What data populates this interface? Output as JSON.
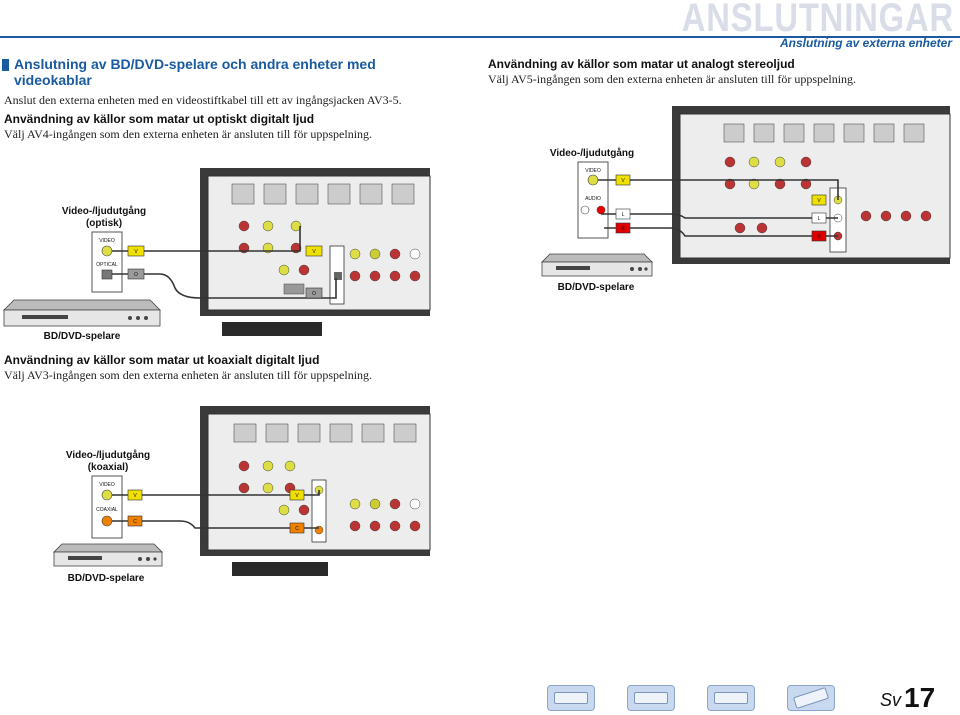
{
  "header": {
    "title": "ANSLUTNINGAR",
    "subtitle": "Anslutning av externa enheter"
  },
  "main_section": {
    "title": "Anslutning av BD/DVD-spelare och andra enheter med videokablar",
    "intro": "Anslut den externa enheten med en videostiftkabel till ett av ingångsjacken AV3-5."
  },
  "optical": {
    "title": "Användning av källor som matar ut optiskt digitalt ljud",
    "text": "Välj AV4-ingången som den externa enheten är ansluten till för uppspelning.",
    "output_label_line1": "Video-/ljudutgång",
    "output_label_line2": "(optisk)",
    "jack_video": "VIDEO",
    "jack_optical": "OPTICAL",
    "plug_v": "V",
    "plug_o": "O",
    "device": "BD/DVD-spelare"
  },
  "analog": {
    "title": "Användning av källor som matar ut analogt stereoljud",
    "text": "Välj AV5-ingången som den externa enheten är ansluten till för uppspelning.",
    "output_label": "Video-/ljudutgång",
    "jack_video": "VIDEO",
    "jack_audio": "AUDIO",
    "plug_v": "V",
    "plug_l": "L",
    "plug_r": "R",
    "device": "BD/DVD-spelare"
  },
  "coaxial": {
    "title": "Användning av källor som matar ut koaxialt digitalt ljud",
    "text": "Välj AV3-ingången som den externa enheten är ansluten till för uppspelning.",
    "output_label_line1": "Video-/ljudutgång",
    "output_label_line2": "(koaxial)",
    "jack_video": "VIDEO",
    "jack_coaxial": "COAXIAL",
    "plug_v": "V",
    "plug_c": "C",
    "device": "BD/DVD-spelare"
  },
  "footer": {
    "lang": "Sv",
    "page": "17"
  },
  "colors": {
    "accent": "#1a5aa0",
    "video_plug": "#f0e000",
    "optical_plug": "#9a9a9a",
    "coax_plug": "#f08000",
    "left_plug": "#ffffff",
    "right_plug": "#e00000"
  }
}
